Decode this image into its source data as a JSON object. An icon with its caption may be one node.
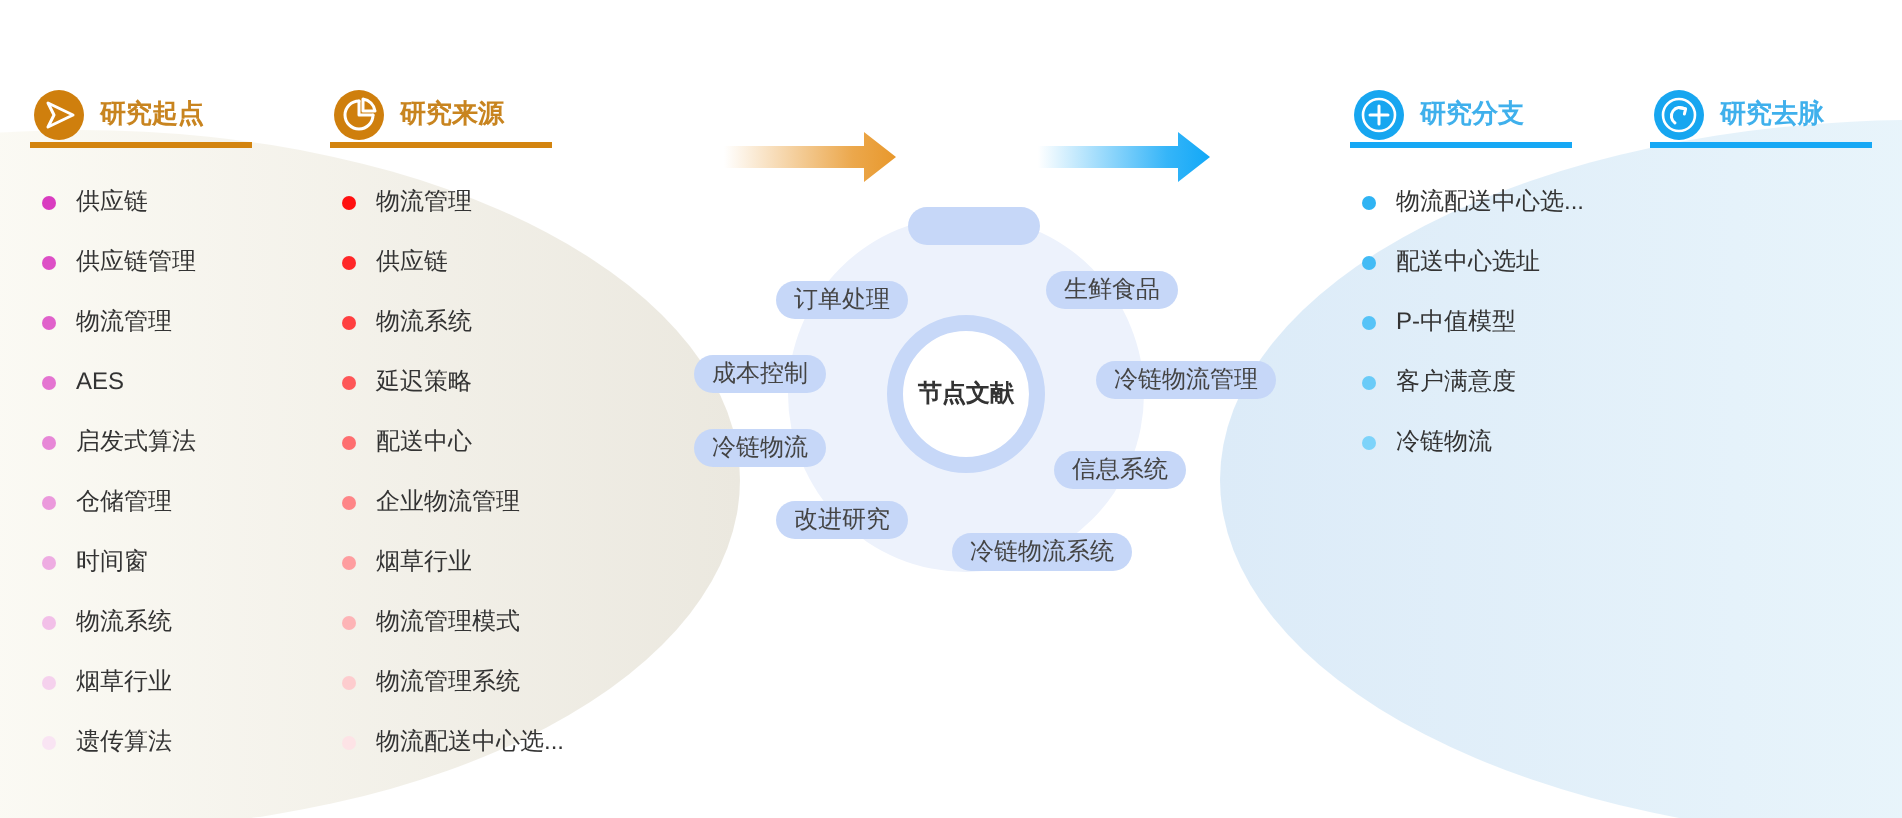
{
  "diagram": {
    "nodes": [
      {
        "text": [
          "节点文献"
        ]
      },
      {
        "text": [],
        "shape": "box"
      },
      {
        "text": [
          "生鲜食品"
        ]
      },
      {
        "text": [
          "订单处理"
        ]
      },
      {
        "text": [
          "成本控制"
        ]
      },
      {
        "text": [
          "冷链物流管理"
        ]
      },
      {
        "text": [
          "冷链物流"
        ]
      },
      {
        "text": [
          "信息系统"
        ]
      },
      {
        "text": [
          "改进研究"
        ]
      },
      {
        "text": [
          "冷链物流系统"
        ]
      }
    ],
    "labels": [
      "研究起点",
      "供应链",
      "供应链管理",
      "物流管理",
      "AES",
      "启发式算法",
      "仓储管理",
      "时间窗",
      "物流系统",
      "烟草行业",
      "遗传算法",
      "研究来源",
      "物流管理",
      "供应链",
      "物流系统",
      "延迟策略",
      "配送中心",
      "企业物流管理",
      "烟草行业",
      "物流管理模式",
      "物流管理系统",
      "物流配送中心选...",
      "研究分支",
      "物流配送中心选...",
      "配送中心选址",
      "P-中值模型",
      "客户满意度",
      "冷链物流",
      "研究去脉"
    ]
  }
}
